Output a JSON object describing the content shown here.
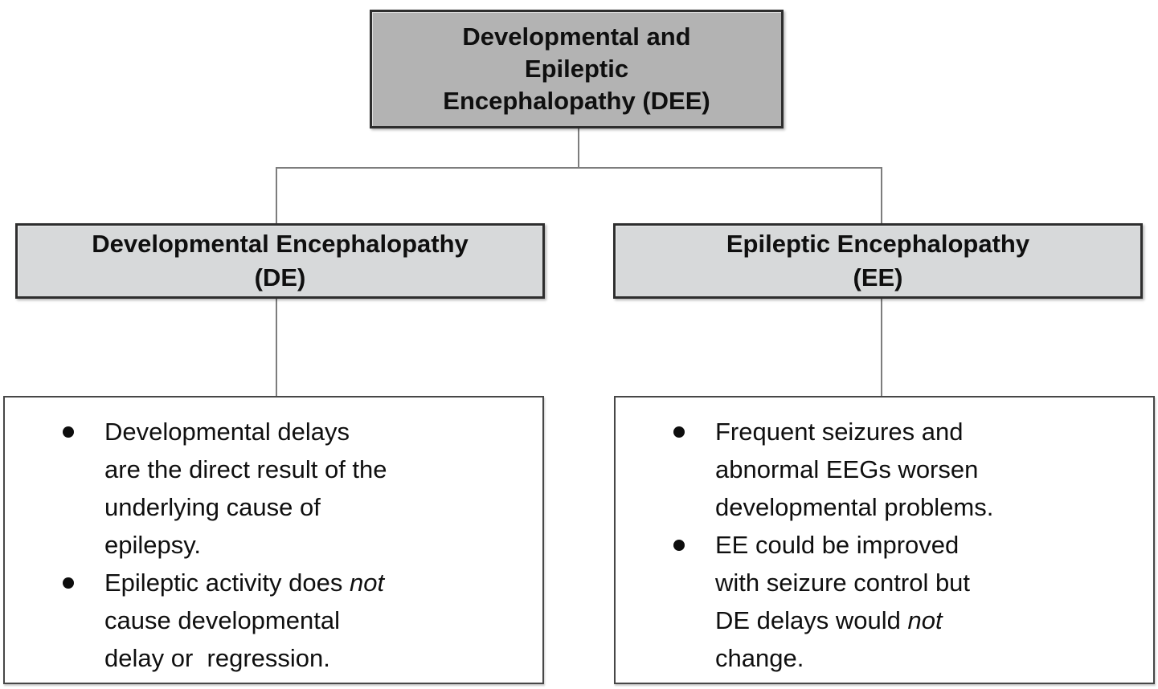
{
  "diagram": {
    "root": {
      "label": "Developmental and\nEpileptic\nEncephalopathy (DEE)"
    },
    "left_branch": {
      "header": "Developmental Encephalopathy\n(DE)",
      "bullets": [
        {
          "lines": [
            [
              {
                "t": "Developmental delays"
              }
            ],
            [
              {
                "t": "are the direct result of the"
              }
            ],
            [
              {
                "t": "underlying cause of"
              }
            ],
            [
              {
                "t": "epilepsy."
              }
            ]
          ]
        },
        {
          "lines": [
            [
              {
                "t": "Epileptic activity does "
              },
              {
                "t": "not",
                "i": true
              }
            ],
            [
              {
                "t": "cause developmental"
              }
            ],
            [
              {
                "t": "delay or  regression."
              }
            ]
          ]
        }
      ]
    },
    "right_branch": {
      "header": "Epileptic Encephalopathy\n(EE)",
      "bullets": [
        {
          "lines": [
            [
              {
                "t": "Frequent seizures and"
              }
            ],
            [
              {
                "t": "abnormal EEGs worsen"
              }
            ],
            [
              {
                "t": "developmental problems."
              }
            ]
          ]
        },
        {
          "lines": [
            [
              {
                "t": "EE could be improved"
              }
            ],
            [
              {
                "t": "with seizure control but"
              }
            ],
            [
              {
                "t": "DE delays would "
              },
              {
                "t": "not",
                "i": true
              }
            ],
            [
              {
                "t": "change."
              }
            ]
          ]
        }
      ]
    },
    "colors": {
      "root_fill": "#b3b3b3",
      "branch_fill": "#d7d9da",
      "box_border": "#2e2e2e",
      "detail_border": "#474747",
      "connector": "#7d7d7d",
      "text": "#0f0f0f"
    }
  }
}
